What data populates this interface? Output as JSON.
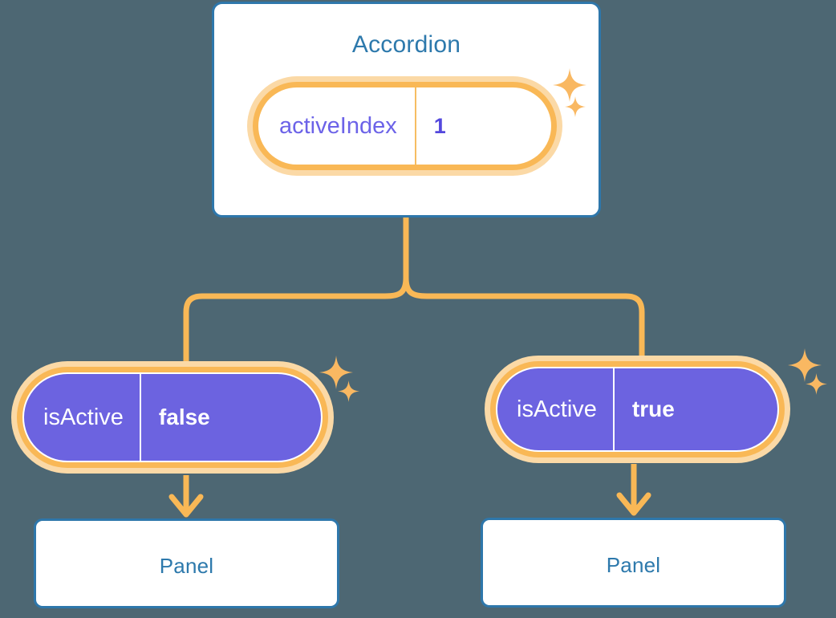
{
  "theme": {
    "background": "#4d6773",
    "card_border": "#2e77ab",
    "card_fill": "#ffffff",
    "title_text": "#2d79ac",
    "pill_ring_outer": "#fbd9a6",
    "pill_ring_inner": "#f9b856",
    "pill_solid_fill": "#6c63e0",
    "pill_key_text": "#6c63e8",
    "pill_value_text": "#5448dd",
    "connector": "#f9b856",
    "sparkle": "#f9b862"
  },
  "root": {
    "title": "Accordion",
    "state": {
      "key": "activeIndex",
      "value": "1"
    }
  },
  "children": [
    {
      "state": {
        "key": "isActive",
        "value": "false"
      },
      "panel": {
        "title": "Panel"
      }
    },
    {
      "state": {
        "key": "isActive",
        "value": "true"
      },
      "panel": {
        "title": "Panel"
      }
    }
  ],
  "icons": {
    "sparkle": "sparkle-icon",
    "arrow": "arrow-down-icon"
  }
}
